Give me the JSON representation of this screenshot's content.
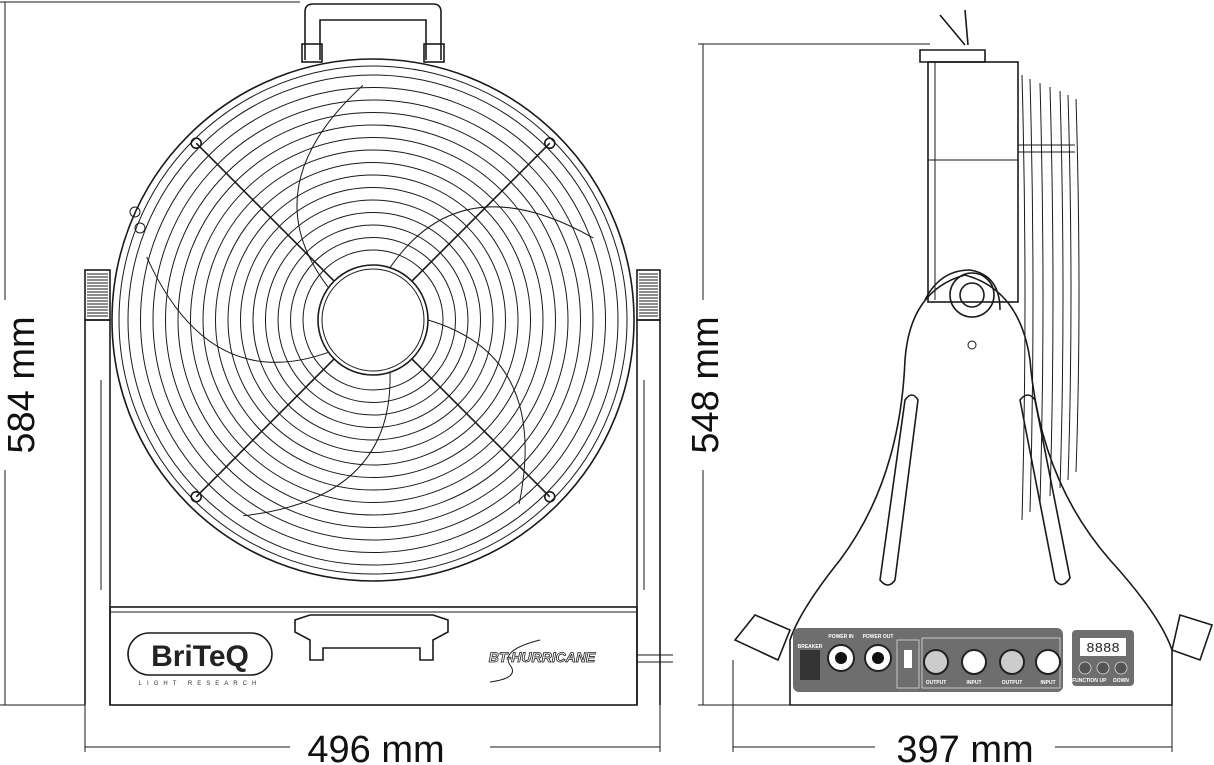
{
  "dimensions": {
    "front_height": "584 mm",
    "side_height": "548 mm",
    "front_width": "496 mm",
    "side_depth": "397 mm"
  },
  "front_view": {
    "brand_logo": "BriTeQ",
    "brand_tagline": "LIGHT RESEARCH",
    "model_logo": "BT-HURRICANE"
  },
  "rear_panel": {
    "breaker": "BREAKER",
    "power_in": "POWER IN",
    "power_out": "POWER OUT",
    "connectors": [
      "OUTPUT",
      "INPUT",
      "OUTPUT",
      "INPUT"
    ],
    "display": "8888",
    "buttons": [
      "FUNCTION",
      "UP",
      "DOWN"
    ]
  },
  "colors": {
    "line": "#1a1a1a",
    "panel": "#6e6e6e"
  }
}
